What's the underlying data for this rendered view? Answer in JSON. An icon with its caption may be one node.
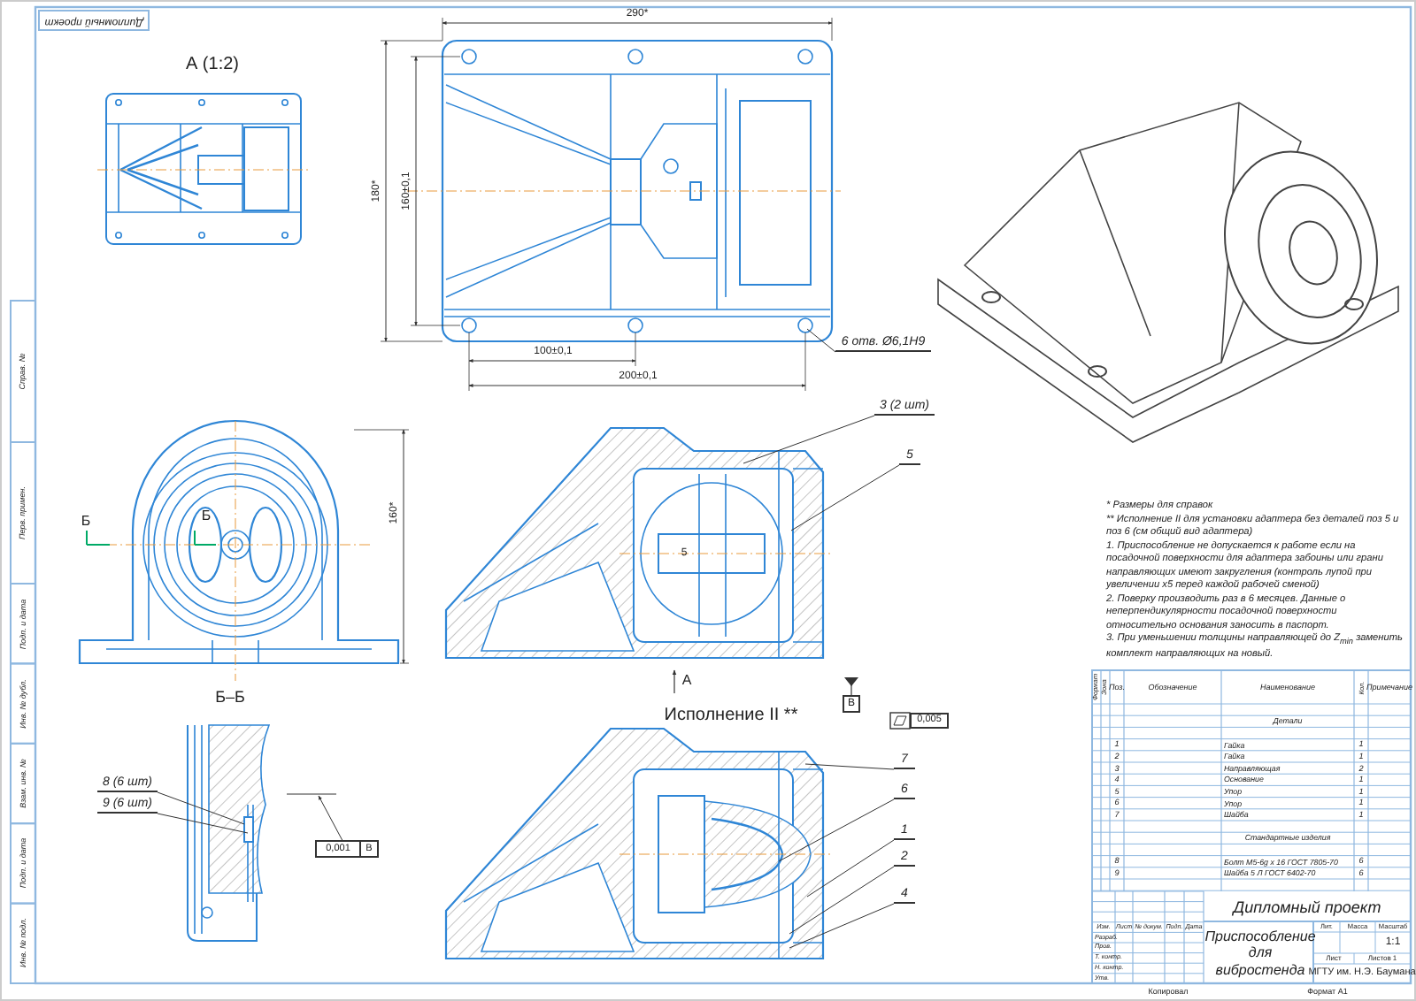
{
  "diagram": {
    "nodes": [
      {
        "text": [
          "3 (2 шт)"
        ]
      },
      {
        "text": [
          "5"
        ]
      },
      {
        "text": [
          "7"
        ]
      },
      {
        "text": [
          "6"
        ]
      },
      {
        "text": [
          "1"
        ]
      },
      {
        "text": [
          "2"
        ]
      },
      {
        "text": [
          "4"
        ]
      },
      {
        "text": [
          "8 (6 шт)"
        ]
      },
      {
        "text": [
          "9 (6 шт)"
        ]
      },
      {
        "text": [
          "6 отв. Ø6,1Н9"
        ]
      },
      {
        "text": [
          "0,001",
          "В"
        ]
      }
    ],
    "edges": [
      {
        "from": 0,
        "to": null,
        "arrow": "none"
      },
      {
        "from": 1,
        "to": null,
        "arrow": "none"
      },
      {
        "from": 2,
        "to": null,
        "arrow": "none"
      },
      {
        "from": 3,
        "to": null,
        "arrow": "none"
      },
      {
        "from": 4,
        "to": null,
        "arrow": "none"
      },
      {
        "from": 5,
        "to": null,
        "arrow": "none"
      },
      {
        "from": 6,
        "to": null,
        "arrow": "none"
      },
      {
        "from": 7,
        "to": null,
        "arrow": "none"
      },
      {
        "from": 8,
        "to": null,
        "arrow": "none"
      },
      {
        "from": 9,
        "to": null,
        "arrow": "none"
      },
      {
        "from": 10,
        "to": null,
        "arrow": "to"
      }
    ],
    "labels": [
      "Дипломный проект",
      "А (1:2)",
      "290*",
      "180*",
      "160±0,1",
      "100±0,1",
      "200±0,1",
      "Б",
      "Б",
      "160*",
      "Б–Б",
      "5",
      "А",
      "Исполнение II **",
      "В",
      "0,005",
      "* Размеры для справок",
      "** Исполнение II для установки адаптера без деталей поз 5 и поз 6 (см общий вид адаптера)",
      "1. Приспособление не допускается к работе если на посадочной поверхности для адаптера забоины или грани направляющих имеют закругления (контроль лупой при увеличении х5 перед каждой рабочей сменой)",
      "2. Поверку производить раз в 6 месяцев. Данные о неперпендикулярности посадочной поверхности относительно основания заносить в паспорт.",
      "3. При уменьшении толщины направляющей до Z$_{min}$ заменить комплект направляющих на новый.",
      "Формат",
      "Зона",
      "Поз.",
      "Обозначение",
      "Наименование",
      "Кол.",
      "Примечание",
      "Детали",
      "1",
      "Гайка",
      "1",
      "2",
      "Гайка",
      "1",
      "3",
      "Направляющая",
      "2",
      "4",
      "Основание",
      "1",
      "5",
      "Упор",
      "1",
      "6",
      "Упор",
      "1",
      "7",
      "Шайба",
      "1",
      "Стандартные изделия",
      "8",
      "Болт М5-6g x 16 ГОСТ 7805-70",
      "6",
      "9",
      "Шайба 5 Л ГОСТ 6402-70",
      "6",
      "Дипломный проект",
      "Изм.",
      "Лист",
      "№ докум.",
      "Подп.",
      "Дата",
      "Разраб.",
      "Пров.",
      "Т. контр.",
      "Н. контр.",
      "Утв.",
      "Приспособление для вибростенда",
      "Лит.",
      "Масса",
      "Масштаб",
      "1:1",
      "Лист",
      "Листов 1",
      "МГТУ им. Н.Э. Баумана",
      "Копировал",
      "Формат А1",
      "Справ. №",
      "Перв. примен.",
      "Подп. и дата",
      "Инв. № дубл.",
      "Взам. инв. №",
      "Подп. и дата",
      "Инв. № подл."
    ]
  }
}
